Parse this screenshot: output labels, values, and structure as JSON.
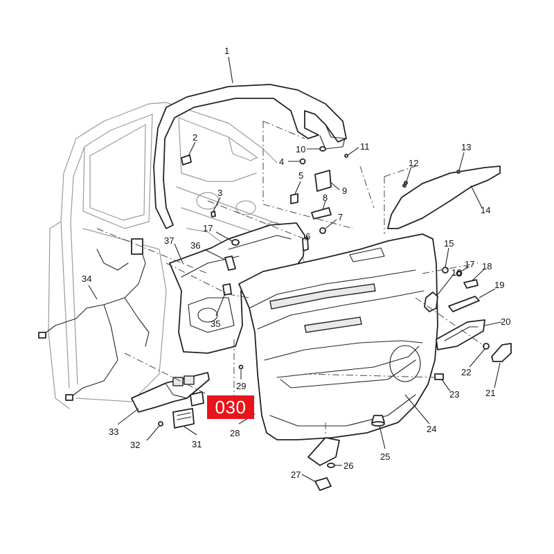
{
  "highlight": {
    "label": "030",
    "color": "#e8141b"
  },
  "callouts": [
    {
      "id": "p1",
      "label": "1"
    },
    {
      "id": "p2",
      "label": "2"
    },
    {
      "id": "p3",
      "label": "3"
    },
    {
      "id": "p4",
      "label": "4"
    },
    {
      "id": "p5",
      "label": "5"
    },
    {
      "id": "p6",
      "label": "6"
    },
    {
      "id": "p7",
      "label": "7"
    },
    {
      "id": "p8",
      "label": "8"
    },
    {
      "id": "p9",
      "label": "9"
    },
    {
      "id": "p10",
      "label": "10"
    },
    {
      "id": "p11",
      "label": "11"
    },
    {
      "id": "p12",
      "label": "12"
    },
    {
      "id": "p13",
      "label": "13"
    },
    {
      "id": "p14",
      "label": "14"
    },
    {
      "id": "p15",
      "label": "15"
    },
    {
      "id": "p16",
      "label": "16"
    },
    {
      "id": "p17a",
      "label": "17"
    },
    {
      "id": "p17b",
      "label": "17"
    },
    {
      "id": "p18",
      "label": "18"
    },
    {
      "id": "p19",
      "label": "19"
    },
    {
      "id": "p20",
      "label": "20"
    },
    {
      "id": "p21",
      "label": "21"
    },
    {
      "id": "p22",
      "label": "22"
    },
    {
      "id": "p23",
      "label": "23"
    },
    {
      "id": "p24",
      "label": "24"
    },
    {
      "id": "p25",
      "label": "25"
    },
    {
      "id": "p26",
      "label": "26"
    },
    {
      "id": "p27",
      "label": "27"
    },
    {
      "id": "p28",
      "label": "28"
    },
    {
      "id": "p29",
      "label": "29"
    },
    {
      "id": "p31",
      "label": "31"
    },
    {
      "id": "p32",
      "label": "32"
    },
    {
      "id": "p33",
      "label": "33"
    },
    {
      "id": "p34",
      "label": "34"
    },
    {
      "id": "p35",
      "label": "35"
    },
    {
      "id": "p36",
      "label": "36"
    },
    {
      "id": "p37",
      "label": "37"
    }
  ]
}
